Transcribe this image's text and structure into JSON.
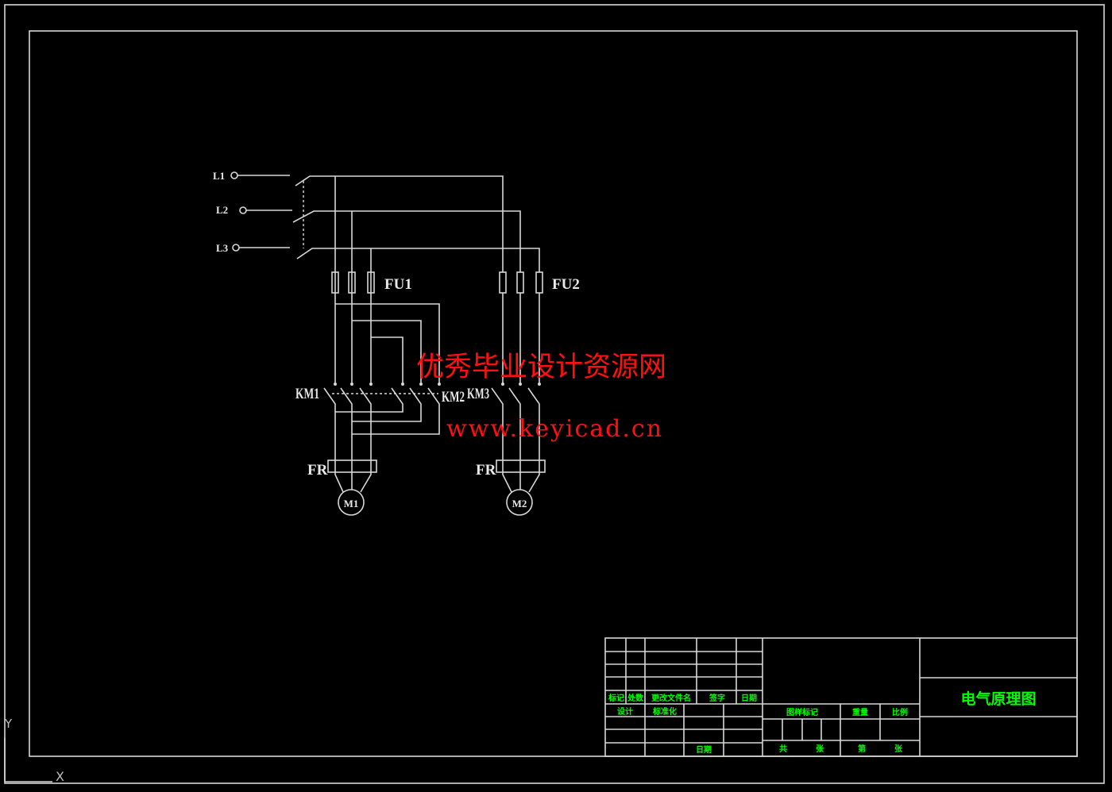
{
  "circuit": {
    "lines": [
      "L1",
      "L2",
      "L3"
    ],
    "fuses": [
      "FU1",
      "FU2"
    ],
    "contactors": [
      "KM1",
      "KM2",
      "KM3"
    ],
    "relays": [
      "FR",
      "FR"
    ],
    "motors": [
      "M1",
      "M2"
    ]
  },
  "watermark": {
    "title": "优秀毕业设计资源网",
    "url": "www.keyicad.cn"
  },
  "title_block": {
    "drawing_title": "电气原理图",
    "rev_headers": [
      "标记",
      "处数",
      "更改文件名",
      "签字",
      "日期"
    ],
    "design": "设计",
    "standard": "标准化",
    "date": "日期",
    "drawing_mark": "图样标记",
    "weight": "重量",
    "scale": "比例",
    "total": "共",
    "sheet1": "张",
    "sheet_no": "第",
    "sheet2": "张"
  },
  "ucs": {
    "y": "Y",
    "x": "X"
  }
}
